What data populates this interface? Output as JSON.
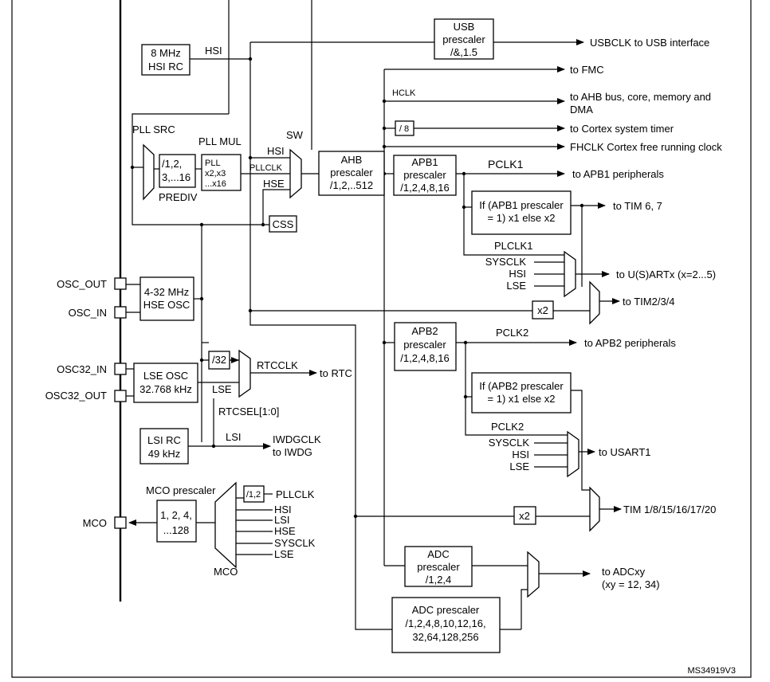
{
  "hsi_rc": {
    "l1": "8 MHz",
    "l2": "HSI RC"
  },
  "hsi_label": "HSI",
  "usb_prescaler": {
    "l1": "USB",
    "l2": "prescaler",
    "l3": "/&,1.5"
  },
  "usbclk_out": "USBCLK  to USB interface",
  "to_fmc": "to FMC",
  "hclk": "HCLK",
  "to_ahb": {
    "l1": "to AHB bus, core, memory and",
    "l2": "DMA"
  },
  "div8": "/ 8",
  "to_cortex_timer": "to Cortex system timer",
  "fhclk": "FHCLK Cortex free running clock",
  "pll_src": "PLL SRC",
  "prediv_box": {
    "l1": "/1,2,",
    "l2": "3,...16"
  },
  "prediv": "PREDIV",
  "pll_mul": "PLL MUL",
  "pll_box": {
    "l1": "PLL",
    "l2": "x2,x3",
    "l3": "...x16"
  },
  "sw": "SW",
  "sw_hsi": "HSI",
  "pllclk": "PLLCLK",
  "sw_hse": "HSE",
  "ahb_prescaler": {
    "l1": "AHB",
    "l2": "prescaler",
    "l3": "/1,2,..512"
  },
  "apb1_prescaler": {
    "l1": "APB1",
    "l2": "prescaler",
    "l3": "/1,2,4,8,16"
  },
  "pclk1": "PCLK1",
  "to_apb1": "to APB1 peripherals",
  "apb1_if": {
    "l1": "If (APB1 prescaler",
    "l2": "= 1) x1 else x2"
  },
  "to_tim67": "to TIM 6, 7",
  "css": "CSS",
  "plclk1": "PLCLK1",
  "mux1_inputs": [
    "SYSCLK",
    "HSI",
    "LSE"
  ],
  "to_usart_x": "to U(S)ARTx (x=2...5)",
  "osc_out": "OSC_OUT",
  "osc_in": "OSC_IN",
  "hse_osc": {
    "l1": "4-32 MHz",
    "l2": "HSE OSC"
  },
  "x2_a": "x2",
  "to_tim234": "to TIM2/3/4",
  "apb2_prescaler": {
    "l1": "APB2",
    "l2": "prescaler",
    "l3": "/1,2,4,8,16"
  },
  "pclk2": "PCLK2",
  "to_apb2": "to APB2 peripherals",
  "div32": "/32",
  "rtcclk": "RTCCLK",
  "to_rtc": "to RTC",
  "osc32_in": "OSC32_IN",
  "osc32_out": "OSC32_OUT",
  "lse_osc": {
    "l1": "LSE OSC",
    "l2": "32.768 kHz"
  },
  "lse_label": "LSE",
  "rtcsel": "RTCSEL[1:0]",
  "apb2_if": {
    "l1": "If (APB2 prescaler",
    "l2": "= 1) x1 else x2"
  },
  "pclk2_b": "PCLK2",
  "mux2_inputs": [
    "SYSCLK",
    "HSI",
    "LSE"
  ],
  "to_usart1": "to USART1",
  "lsi_rc": {
    "l1": "LSI RC",
    "l2": "49 kHz"
  },
  "lsi_label": "LSI",
  "iwdgclk": {
    "l1": "IWDGCLK",
    "l2": "to IWDG"
  },
  "mco_prescaler": "MCO prescaler",
  "mco_div": "/1,2",
  "mco_inputs": [
    "PLLCLK",
    "HSI",
    "LSI",
    "HSE",
    "SYSCLK",
    "LSE"
  ],
  "mco_pre_box": {
    "l1": "1, 2, 4,",
    "l2": "...128"
  },
  "mco_pin": "MCO",
  "mco_mux": "MCO",
  "x2_b": "x2",
  "to_tim_1": "TIM 1/8/15/16/17/20",
  "adc_prescaler1": {
    "l1": "ADC",
    "l2": "prescaler",
    "l3": "/1,2,4"
  },
  "to_adc": {
    "l1": "to ADCxy",
    "l2": "(xy = 12, 34)"
  },
  "adc_prescaler2": {
    "l1": "ADC prescaler",
    "l2": "/1,2,4,8,10,12,16,",
    "l3": "32,64,128,256"
  },
  "ref": "MS34919V3"
}
